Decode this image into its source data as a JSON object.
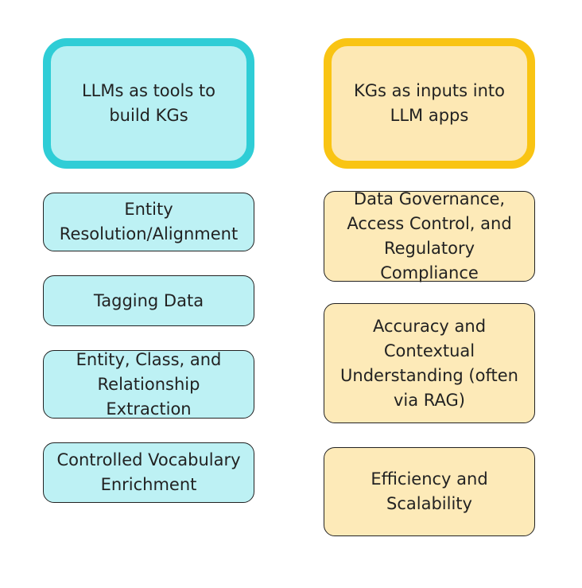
{
  "colors": {
    "cyan_border": "#2fcdd6",
    "cyan_fill": "#b7f0f3",
    "yellow_border": "#f9c413",
    "yellow_fill": "#fde8b4",
    "item_border": "#222222"
  },
  "left": {
    "header": "LLMs as tools to build KGs",
    "items": [
      "Entity Resolution/Alignment",
      "Tagging Data",
      "Entity, Class, and Relationship Extraction",
      "Controlled Vocabulary Enrichment"
    ]
  },
  "right": {
    "header": "KGs as inputs into LLM apps",
    "items": [
      "Data Governance, Access Control, and Regulatory Compliance",
      "Accuracy and Contextual Understanding (often via RAG)",
      "Efficiency and Scalability"
    ]
  }
}
